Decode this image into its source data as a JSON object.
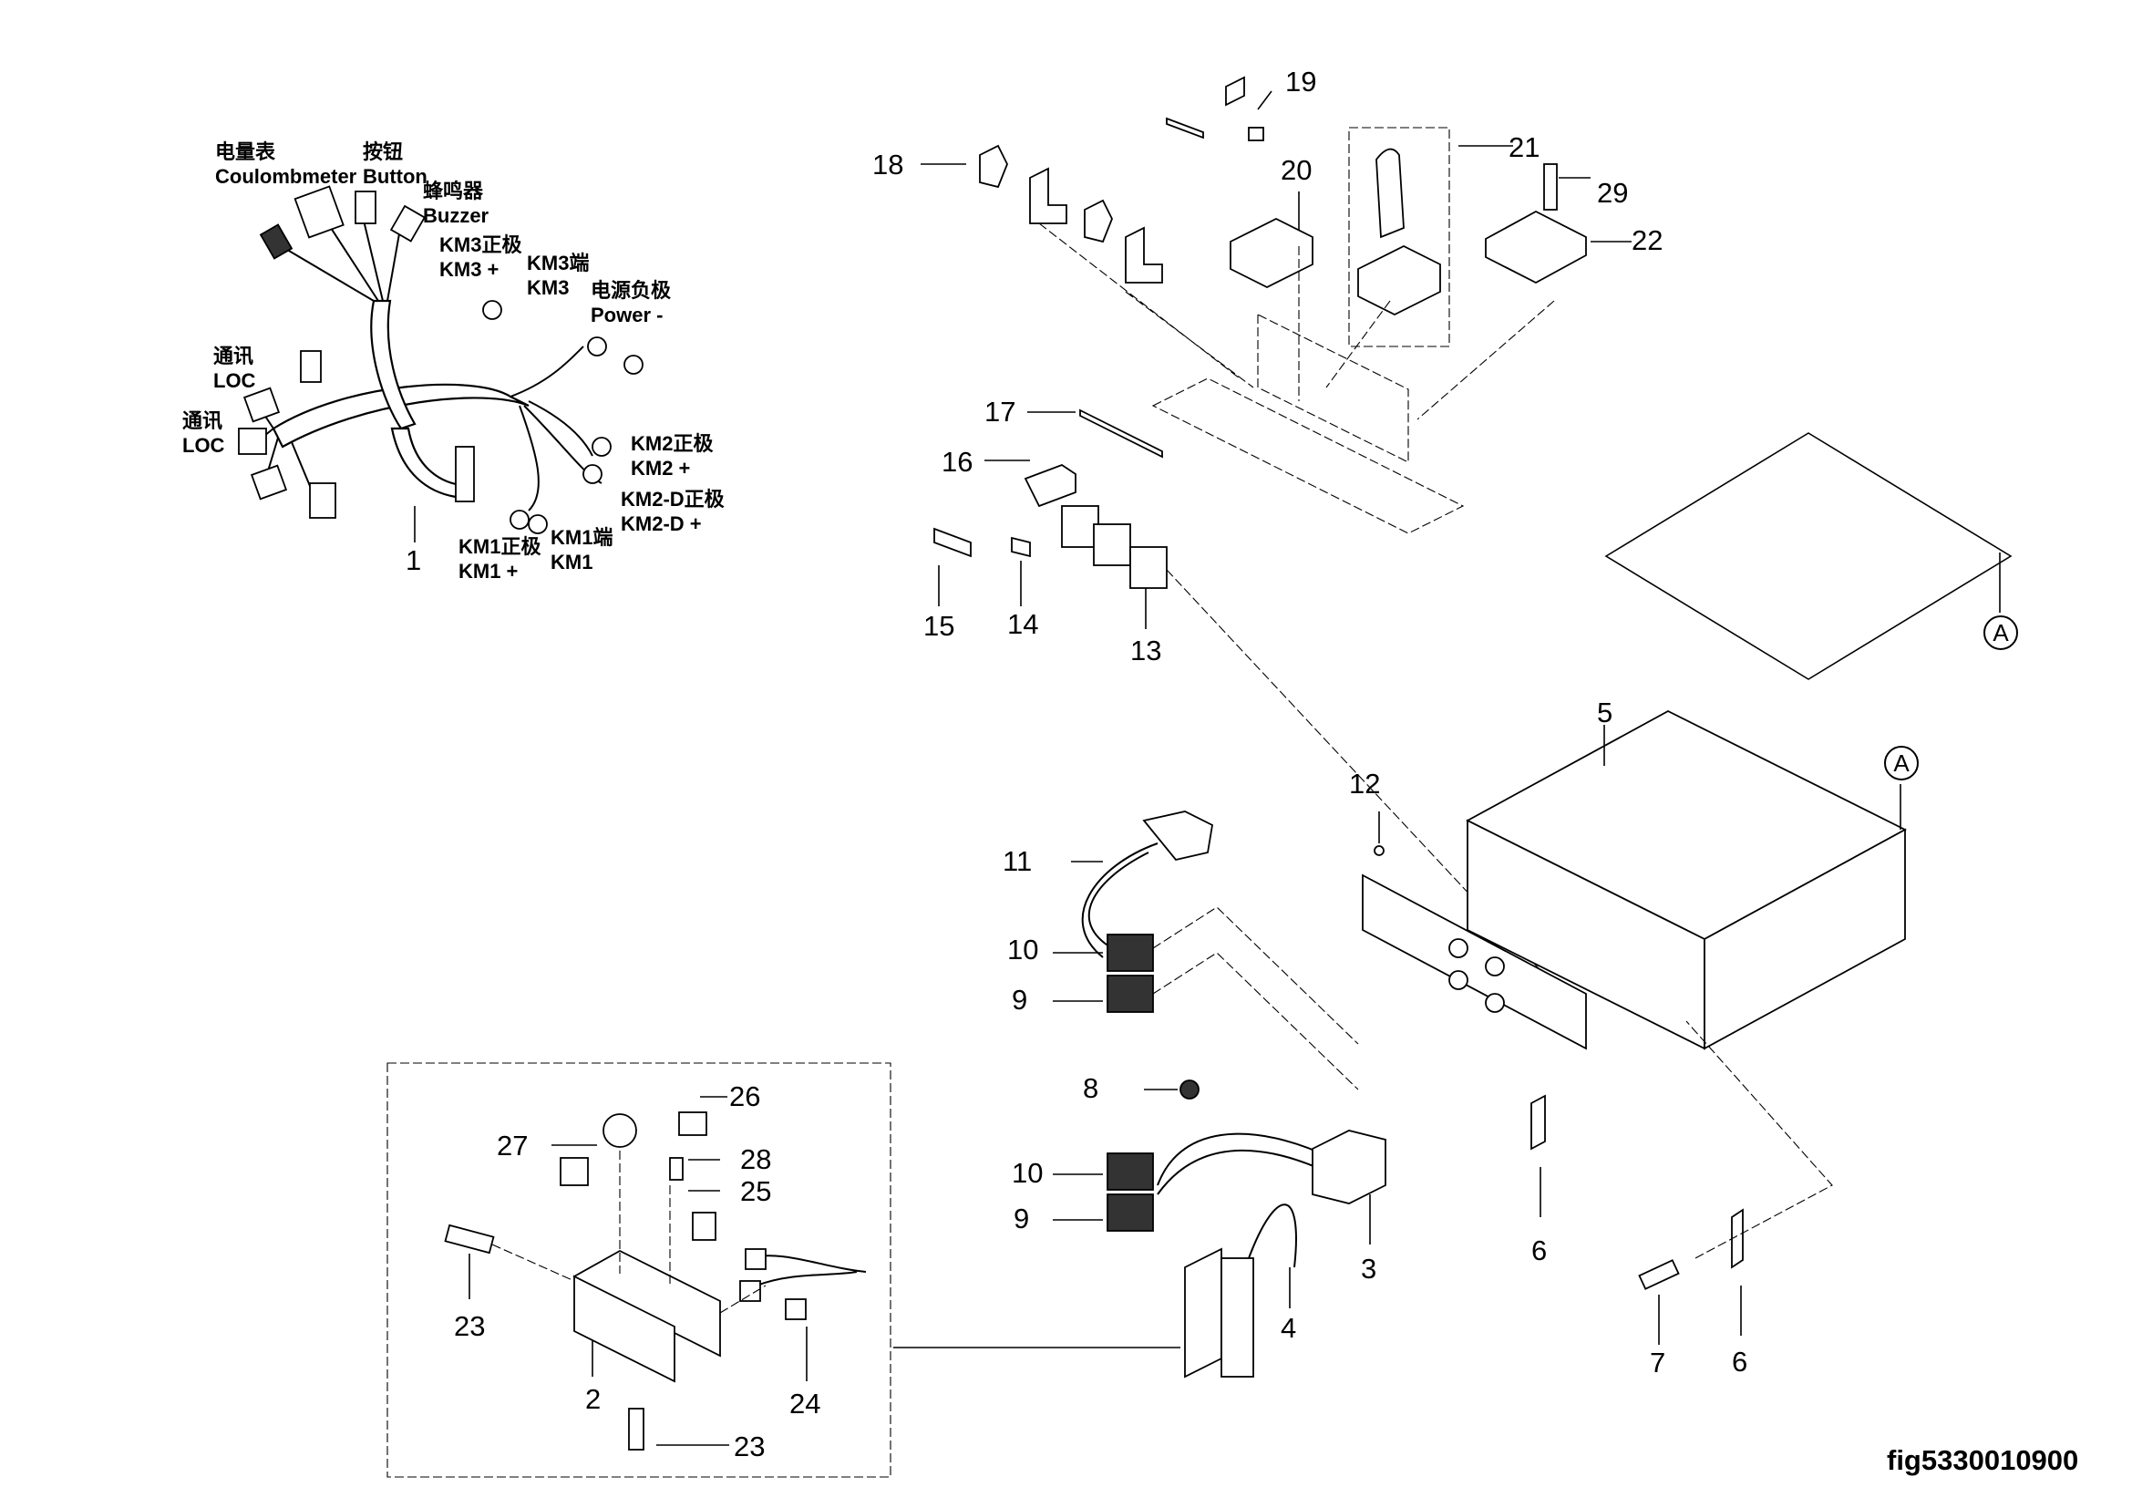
{
  "figure": {
    "id": "fig5330010900",
    "type": "exploded parts diagram",
    "reference_marker": "A"
  },
  "harness_callouts": [
    {
      "zh": "电量表",
      "en": "Coulombmeter"
    },
    {
      "zh": "按钮",
      "en": "Button"
    },
    {
      "zh": "蜂鸣器",
      "en": "Buzzer"
    },
    {
      "zh": "KM3正极",
      "en": "KM3 +"
    },
    {
      "zh": "KM3端",
      "en": "KM3"
    },
    {
      "zh": "电源负极",
      "en": "Power -"
    },
    {
      "zh": "通讯",
      "en": "LOC"
    },
    {
      "zh": "通讯",
      "en": "LOC"
    },
    {
      "zh": "KM2正极",
      "en": "KM2 +"
    },
    {
      "zh": "KM2-D正极",
      "en": "KM2-D +"
    },
    {
      "zh": "KM1端",
      "en": "KM1"
    },
    {
      "zh": "KM1正极",
      "en": "KM1 +"
    }
  ],
  "item_numbers": {
    "n1": "1",
    "n2": "2",
    "n3": "3",
    "n4": "4",
    "n5": "5",
    "n6a": "6",
    "n6b": "6",
    "n7": "7",
    "n8": "8",
    "n9a": "9",
    "n9b": "9",
    "n10a": "10",
    "n10b": "10",
    "n11": "11",
    "n12": "12",
    "n13": "13",
    "n14": "14",
    "n15": "15",
    "n16": "16",
    "n17": "17",
    "n18": "18",
    "n19": "19",
    "n20": "20",
    "n21": "21",
    "n22": "22",
    "n23a": "23",
    "n23b": "23",
    "n24": "24",
    "n25": "25",
    "n26": "26",
    "n27": "27",
    "n28": "28",
    "n29": "29"
  }
}
